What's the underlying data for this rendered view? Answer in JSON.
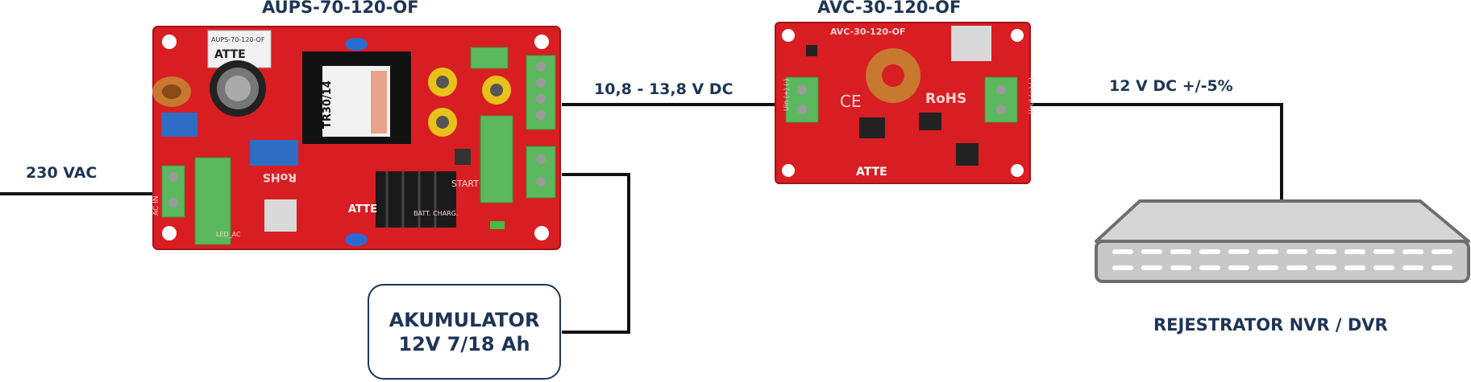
{
  "titles": {
    "aups": "AUPS-70-120-OF",
    "avc": "AVC-30-120-OF",
    "nvr": "REJESTRATOR NVR / DVR"
  },
  "labels": {
    "input": "230 VAC",
    "mid": "10,8 - 13,8 V DC",
    "out": "12 V DC +/-5%"
  },
  "battery": {
    "line1": "AKUMULATOR",
    "line2": "12V 7/18 Ah"
  },
  "aups_board": {
    "sticker": "AUPS-70-120-OF",
    "transformer": "TR30/14",
    "rohs": "RoHS",
    "start": "START",
    "logo": "ATTE",
    "ac_in": "AC IN",
    "batt_charg": "BATT. CHARG.",
    "led_ac": "LED_AC"
  },
  "avc_board": {
    "silk_title": "AVC-30-120-OF",
    "rohs": "RoHS",
    "ce": "CE",
    "logo": "ATTE",
    "uin": "Uin (+) (-)",
    "uout": "Uout (+) (-)"
  },
  "colors": {
    "text": "#1f3556",
    "pcb": "#d81e22",
    "terminal": "#5cb85c",
    "wire": "#111111",
    "device": "#c8c8c8"
  }
}
